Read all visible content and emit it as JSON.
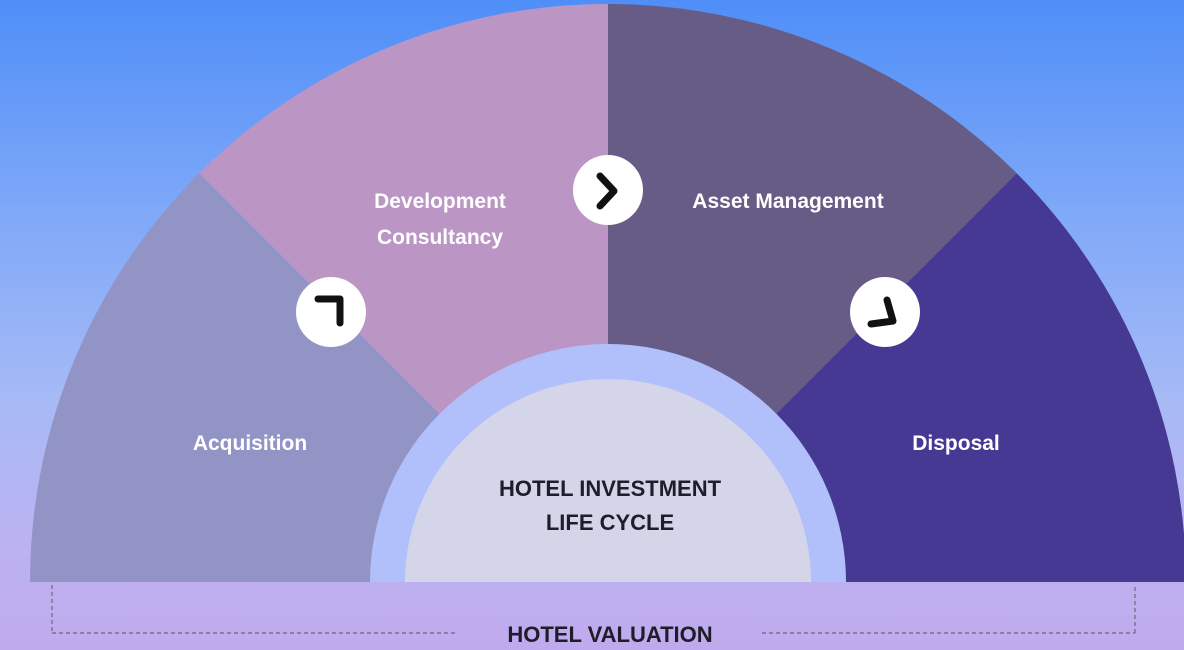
{
  "diagram": {
    "segments": [
      {
        "label": "Acquisition",
        "color": "#9294c6"
      },
      {
        "label_lines": [
          "Development",
          "Consultancy"
        ],
        "color": "#bb96c5"
      },
      {
        "label": "Asset Management",
        "color": "#675c86"
      },
      {
        "label": "Disposal",
        "color": "#463993"
      }
    ],
    "center": {
      "lines": [
        "HOTEL INVESTMENT",
        "LIFE CYCLE"
      ],
      "color": "#d5d5ea",
      "ring_color": "#b1bffa"
    },
    "bottom_label": "HOTEL VALUATION",
    "arrow_icons": [
      "chevron-right-icon",
      "chevron-right-icon",
      "chevron-right-icon"
    ]
  }
}
